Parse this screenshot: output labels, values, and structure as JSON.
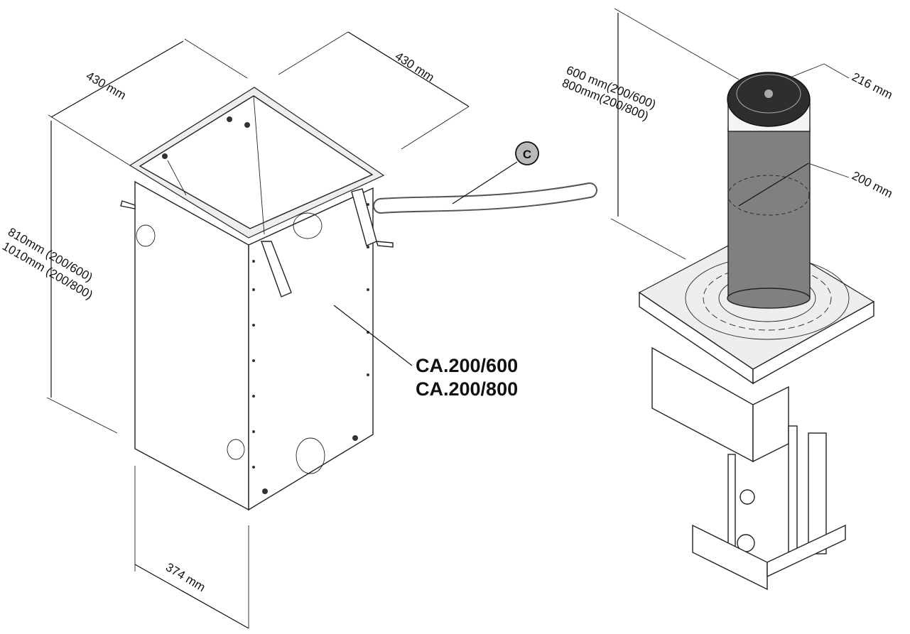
{
  "labels": {
    "cabinet_width": "430 mm",
    "cabinet_depth": "430 mm",
    "cabinet_height_600": "810mm (200/600)",
    "cabinet_height_800": "1010mm (200/800)",
    "cabinet_base": "374 mm",
    "bollard_height_600": "600 mm(200/600)",
    "bollard_height_800": "800mm(200/800)",
    "bollard_top_diameter": "216 mm",
    "bollard_diameter": "200 mm",
    "callout_c": "C",
    "model_600": "CA.200/600",
    "model_800": "CA.200/800"
  },
  "colors": {
    "callout_fill": "#b9b9b9",
    "bollard_sleeve": "#808080",
    "lid": "#2e2e2e"
  }
}
